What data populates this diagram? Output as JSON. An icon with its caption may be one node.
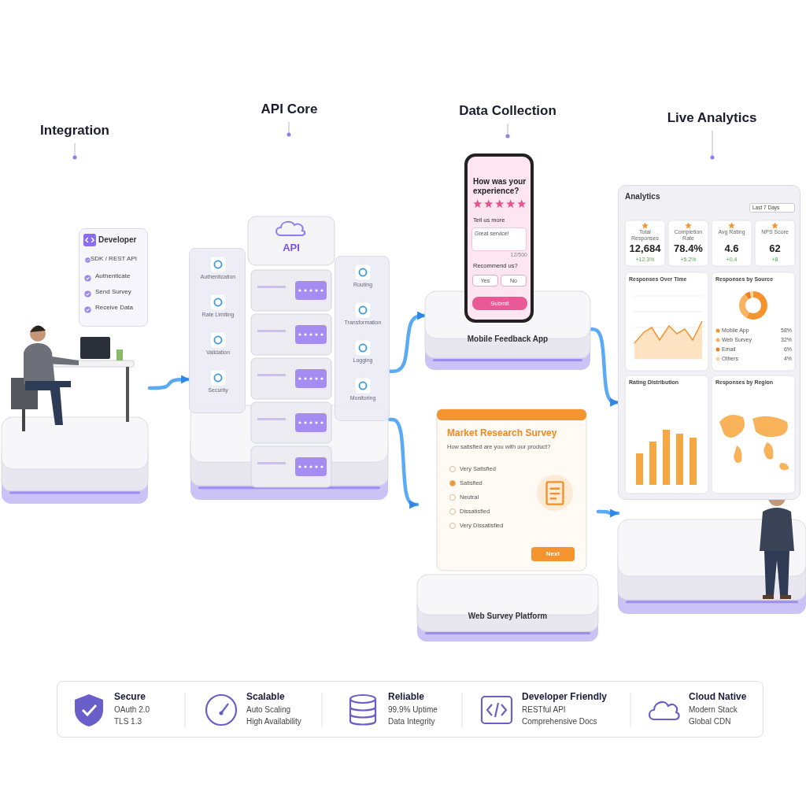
{
  "diagram": {
    "nodes": [
      {
        "text": [
          "Integration"
        ]
      },
      {
        "text": [
          "Developer",
          "SDK / REST API",
          "Authenticate",
          "Send Survey",
          "Receive Data"
        ],
        "in": 0
      },
      {
        "text": [
          "API Core"
        ]
      },
      {
        "text": [
          "API"
        ],
        "in": 2
      },
      {
        "text": [
          "Authentication",
          "Rate Limiting",
          "Validation",
          "Security"
        ],
        "in": 2
      },
      {
        "text": [
          "Routing",
          "Transformation",
          "Logging",
          "Monitoring"
        ],
        "in": 2
      },
      {
        "text": [
          "Data Collection"
        ],
        "beside": [
          "Mobile Feedback App"
        ]
      },
      {
        "text": [
          "How was your experience?",
          "Tell us more",
          "Great service!",
          "12/500",
          "Recommend us?",
          "Yes",
          "No",
          "Submit"
        ],
        "in": 6
      },
      {
        "text": [
          "Market Research Survey",
          "How satisfied are you with our product?",
          "Very Satisfied",
          "Satisfied",
          "Neutral",
          "Dissatisfied",
          "Very Dissatisfied",
          "Next"
        ],
        "beside": [
          "Web Survey Platform"
        ]
      },
      {
        "text": [
          "Live Analytics"
        ]
      },
      {
        "text": [
          "Analytics",
          "Last 7 Days",
          "Total Responses",
          "12,684",
          "+12.3%",
          "Completion Rate",
          "78.4%",
          "+5.2%",
          "Avg Rating",
          "4.6",
          "+0.4",
          "NPS Score",
          "62",
          "+8",
          "Responses Over Time",
          "Responses by Source",
          "Mobile App",
          "58%",
          "Web Survey",
          "32%",
          "Email",
          "6%",
          "Others",
          "4%",
          "Rating Distribution",
          "Responses by Region"
        ],
        "in": 9
      },
      {
        "text": [],
        "shape": "box"
      },
      {
        "text": [
          "Secure",
          "OAuth 2.0",
          "TLS 1.3"
        ],
        "in": 11
      },
      {
        "text": [
          "Scalable",
          "Auto Scaling",
          "High Availability"
        ],
        "in": 11
      },
      {
        "text": [
          "Reliable",
          "99.9% Uptime",
          "Data Integrity"
        ],
        "in": 11
      },
      {
        "text": [
          "Developer Friendly",
          "RESTful API",
          "Comprehensive Docs"
        ],
        "in": 11
      },
      {
        "text": [
          "Cloud Native",
          "Modern Stack",
          "Global CDN"
        ],
        "in": 11
      }
    ],
    "edges": [
      {
        "from": 0,
        "to": 2,
        "arrow": "to"
      },
      {
        "from": 2,
        "to": 6,
        "arrow": "to"
      },
      {
        "from": 2,
        "to": 8,
        "arrow": "to"
      },
      {
        "from": 6,
        "to": 9,
        "arrow": "to"
      },
      {
        "from": 8,
        "to": 9,
        "arrow": "to"
      }
    ]
  }
}
